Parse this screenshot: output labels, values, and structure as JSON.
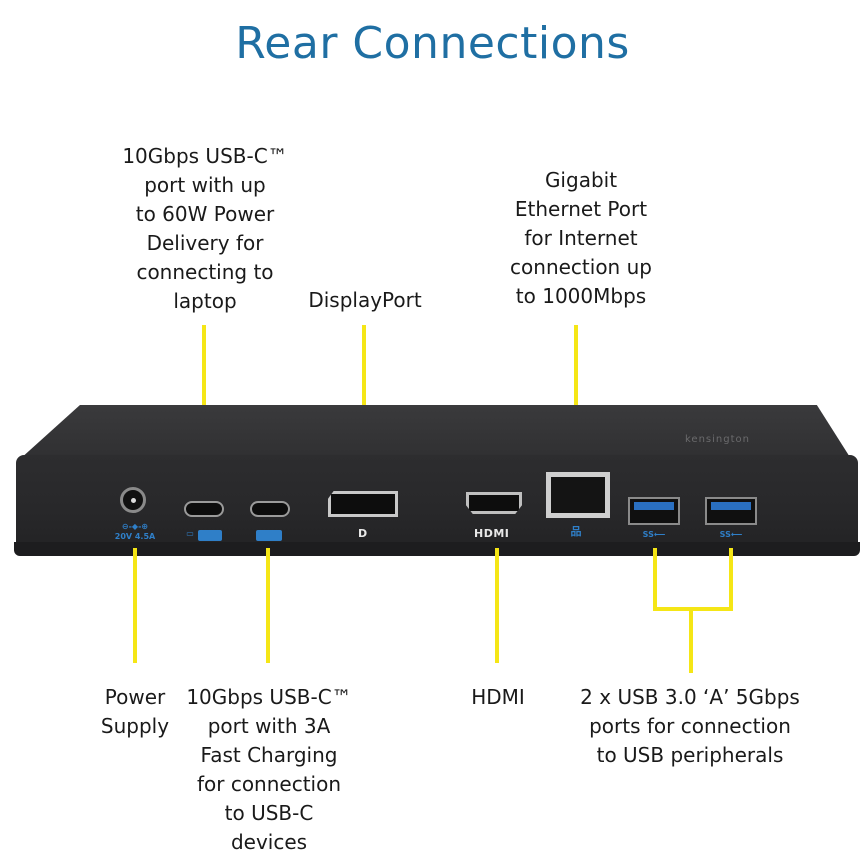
{
  "title": "Rear Connections",
  "colors": {
    "title": "#1f6fa3",
    "callout_line": "#f5e616",
    "dock_body": "#2f2f31",
    "port_marking": "#2f7fc8"
  },
  "top_labels": {
    "usbc_pd": "10Gbps USB-C™\nport with up\nto 60W Power\nDelivery for\nconnecting to\nlaptop",
    "displayport": "DisplayPort",
    "ethernet": "Gigabit\nEthernet Port\nfor Internet\nconnection up\nto 1000Mbps"
  },
  "bottom_labels": {
    "power": "Power\nSupply",
    "usbc_charging": "10Gbps USB-C™\nport with 3A\nFast Charging\nfor connection\nto USB-C\ndevices",
    "hdmi": "HDMI",
    "usba": "2 x USB 3.0 ‘A’ 5Gbps\nports for connection\nto USB peripherals"
  },
  "device": {
    "brand_text": "kensington",
    "power_marking": "⊖-◆-⊕\n20V  4.5A",
    "displayport_marking": "D",
    "hdmi_marking": "HDMI",
    "ethernet_marking": "品",
    "usb_marking": "SS⟵"
  }
}
